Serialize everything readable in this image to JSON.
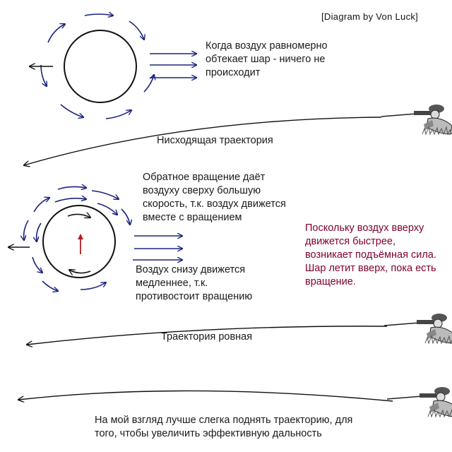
{
  "credit": "[Diagram by Von Luck]",
  "panel1": {
    "caption": "Когда воздух равномерно\nобтекает шар - ничего не\nпроисходит",
    "trajectory_label": "Нисходящая траектория"
  },
  "panel2": {
    "caption_top": "Обратное вращение даёт\nвоздуху сверху большую\nскорость, т.к. воздух движется\nвместе с вращением",
    "caption_bottom": "Воздух снизу движется\nмедленнее, т.к.\nпротивостоит вращению",
    "caption_lift": "Поскольку воздух вверху\nдвижется быстрее,\nвозникает подъёмная сила.\nШар летит вверх, пока есть\nвращение.",
    "trajectory_label": "Траектория ровная"
  },
  "panel3": {
    "caption": "На мой взгляд лучше слегка поднять траекторию, для\nтого, чтобы увеличить эффективную дальность"
  },
  "colors": {
    "flow_arrows": "#1a237e",
    "lift_arrow": "#b71c1c",
    "lift_text": "#800030",
    "lines": "#111111"
  },
  "icons": [
    "ball-icon",
    "flow-arrow-icon",
    "spin-arrow-icon",
    "lift-arrow-icon",
    "shooter-icon"
  ]
}
